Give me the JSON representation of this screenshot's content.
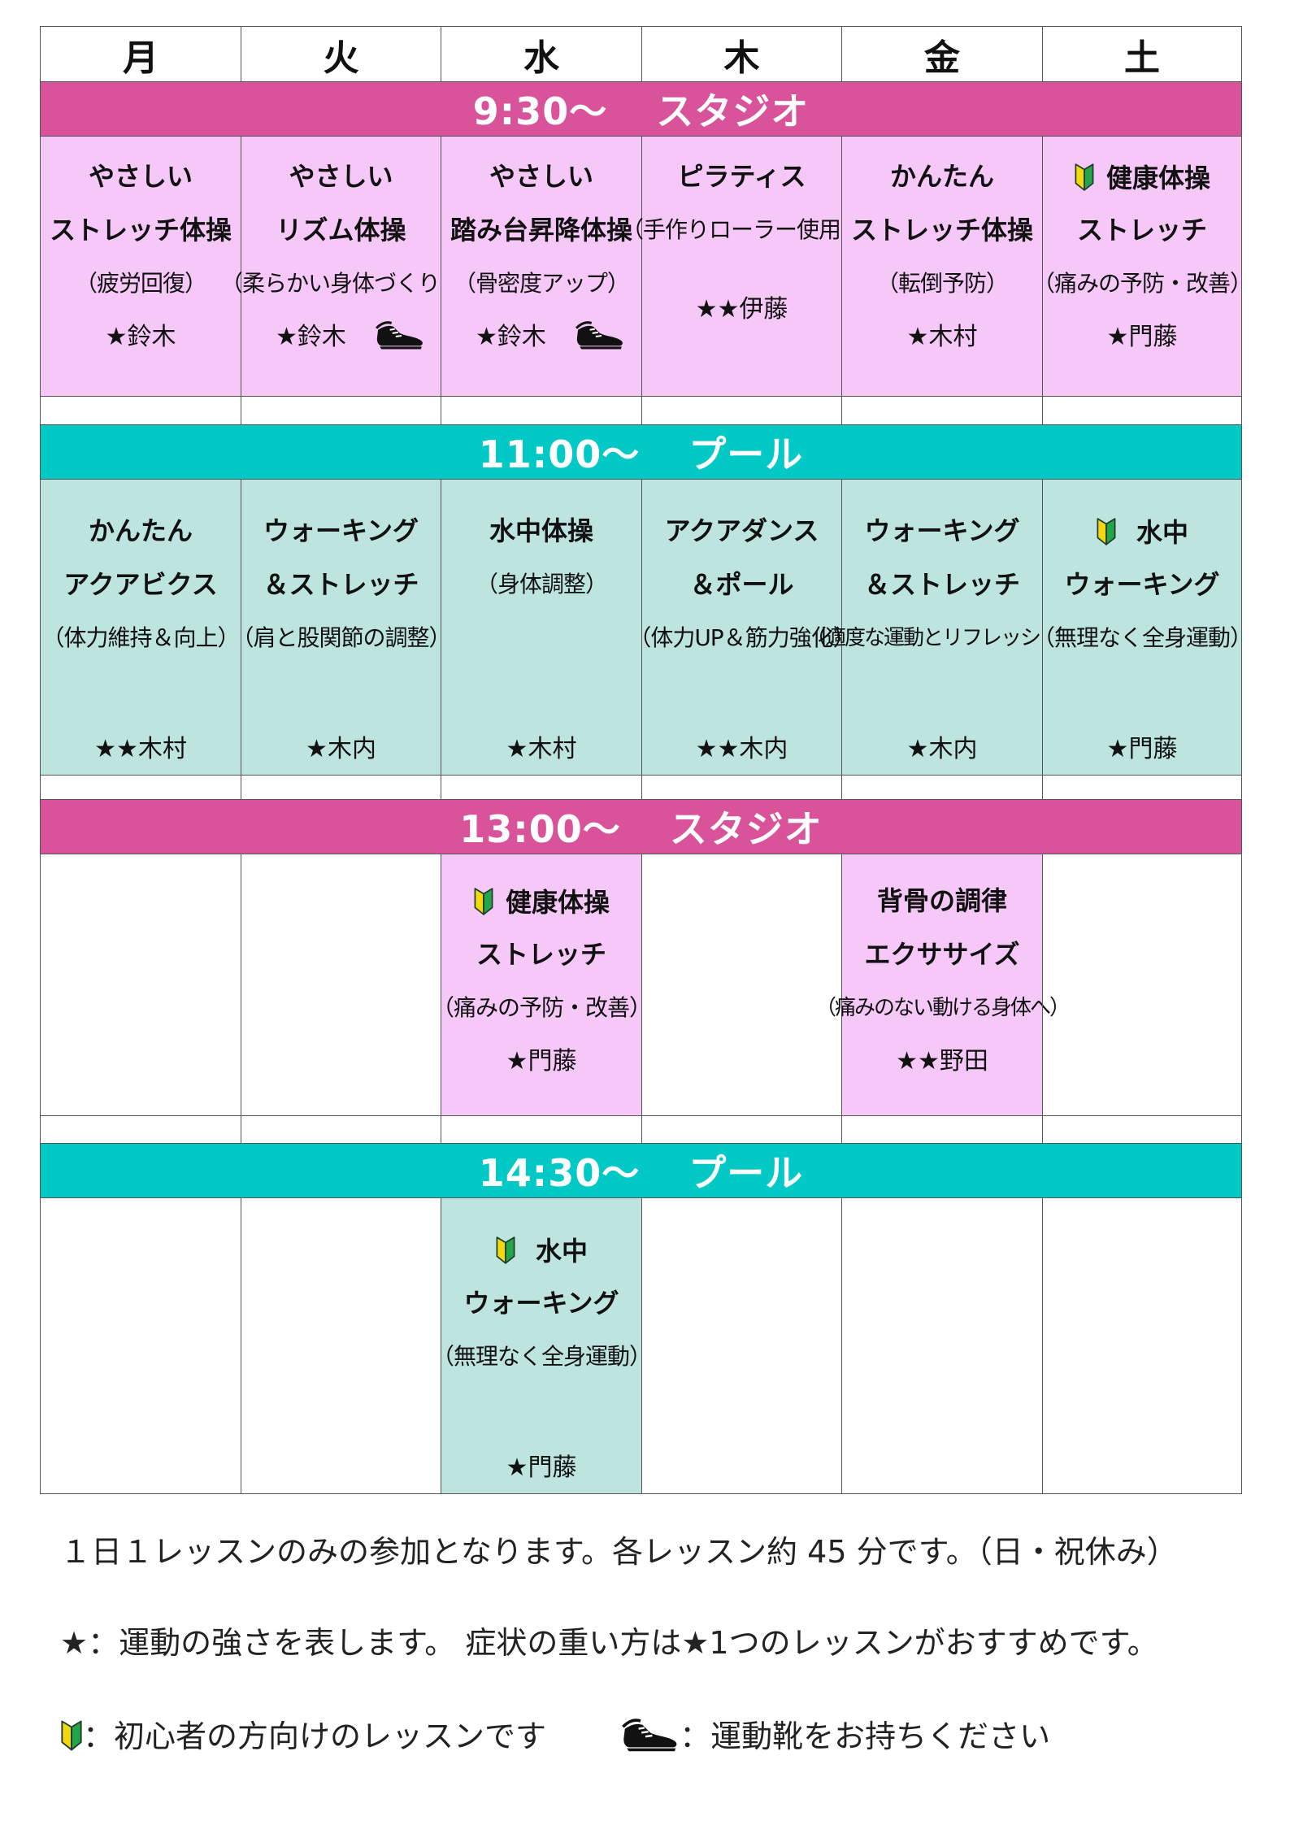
{
  "days": [
    "月",
    "火",
    "水",
    "木",
    "金",
    "土"
  ],
  "bands": [
    {
      "time": "9:30～",
      "place": "スタジオ"
    },
    {
      "time": "11:00～",
      "place": "プール"
    },
    {
      "time": "13:00～",
      "place": "スタジオ"
    },
    {
      "time": "14:30～",
      "place": "プール"
    }
  ],
  "s1": [
    {
      "l1": "やさしい",
      "l2": "ストレッチ体操",
      "note": "（疲労回復）",
      "inst": "★鈴木"
    },
    {
      "l1": "やさしい",
      "l2": "リズム体操",
      "note": "（柔らかい身体づくり）",
      "inst": "★鈴木"
    },
    {
      "l1": "やさしい",
      "l2": "踏み台昇降体操",
      "note": "（骨密度アップ）",
      "inst": "★鈴木"
    },
    {
      "l1": "ピラティス",
      "l2": "",
      "note": "（手作りローラー使用）",
      "inst": "★★伊藤"
    },
    {
      "l1": "かんたん",
      "l2": "ストレッチ体操",
      "note": "（転倒予防）",
      "inst": "★木村"
    },
    {
      "l1": "健康体操",
      "l2": "ストレッチ",
      "note": "（痛みの予防・改善）",
      "inst": "★門藤"
    }
  ],
  "s2": [
    {
      "l1": "かんたん",
      "l2": "アクアビクス",
      "note": "（体力維持＆向上）",
      "inst": "★★木村"
    },
    {
      "l1": "ウォーキング",
      "l2": "＆ストレッチ",
      "note": "（肩と股関節の調整）",
      "inst": "★木内"
    },
    {
      "l1": "水中体操",
      "l2": "（身体調整）",
      "note": "",
      "inst": "★木村"
    },
    {
      "l1": "アクアダンス",
      "l2": "＆ポール",
      "note": "（体力UP＆筋力強化）",
      "inst": "★★木内"
    },
    {
      "l1": "ウォーキング",
      "l2": "＆ストレッチ",
      "note": "（適度な運動とリフレッシュ）",
      "inst": "★木内"
    },
    {
      "l1": "水中",
      "l2": "ウォーキング",
      "note": "（無理なく全身運動）",
      "inst": "★門藤"
    }
  ],
  "s3": {
    "wed": {
      "l1": "健康体操",
      "l2": "ストレッチ",
      "note": "（痛みの予防・改善）",
      "inst": "★門藤"
    },
    "fri": {
      "l1": "背骨の調律",
      "l2": "エクササイズ",
      "note": "（痛みのない動ける身体へ）",
      "inst": "★★野田"
    }
  },
  "s4": {
    "wed": {
      "l1": "水中",
      "l2": "ウォーキング",
      "note": "（無理なく全身運動）",
      "inst": "★門藤"
    }
  },
  "footer": {
    "line1": "１日１レッスンのみの参加となります。各レッスン約 45 分です。（日・祝休み）",
    "line2": "★：運動の強さを表します。 症状の重い方は★1つのレッスンがおすすめです。",
    "line3a": "：初心者の方向けのレッスンです",
    "line3b": "：運動靴をお持ちください"
  },
  "colors": {
    "studio": "#d9539a",
    "pool": "#02c9c6",
    "studio_cell": "#f5c8f7",
    "pool_cell": "#bde4df"
  },
  "icons": {
    "beginner": "beginner-mark-icon",
    "shoe": "sneaker-icon"
  }
}
